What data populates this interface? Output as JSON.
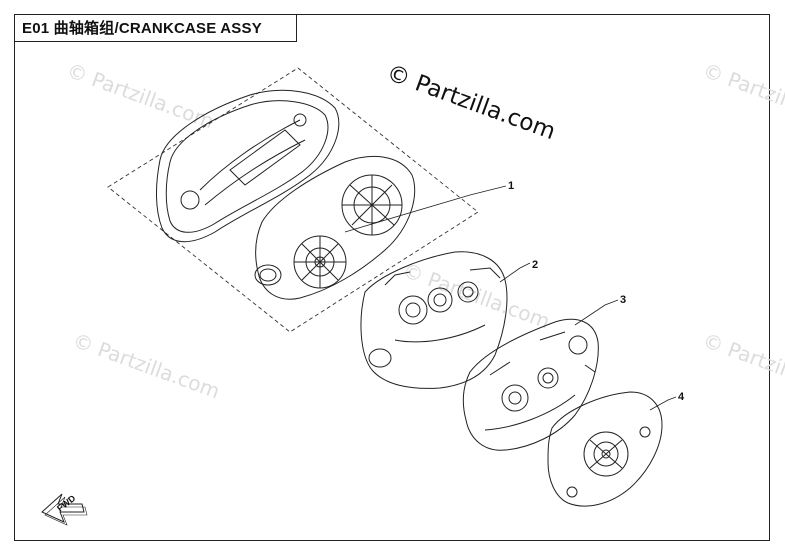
{
  "title": "E01 曲轴箱组/CRANKCASE ASSY",
  "watermark_main": "© Partzilla.com",
  "watermark_faint": "© Partzilla.com",
  "callouts": [
    "1",
    "2",
    "3",
    "4"
  ],
  "fwd_label": "FWD",
  "icons": [
    "copyright-icon",
    "fwd-arrow-icon"
  ]
}
